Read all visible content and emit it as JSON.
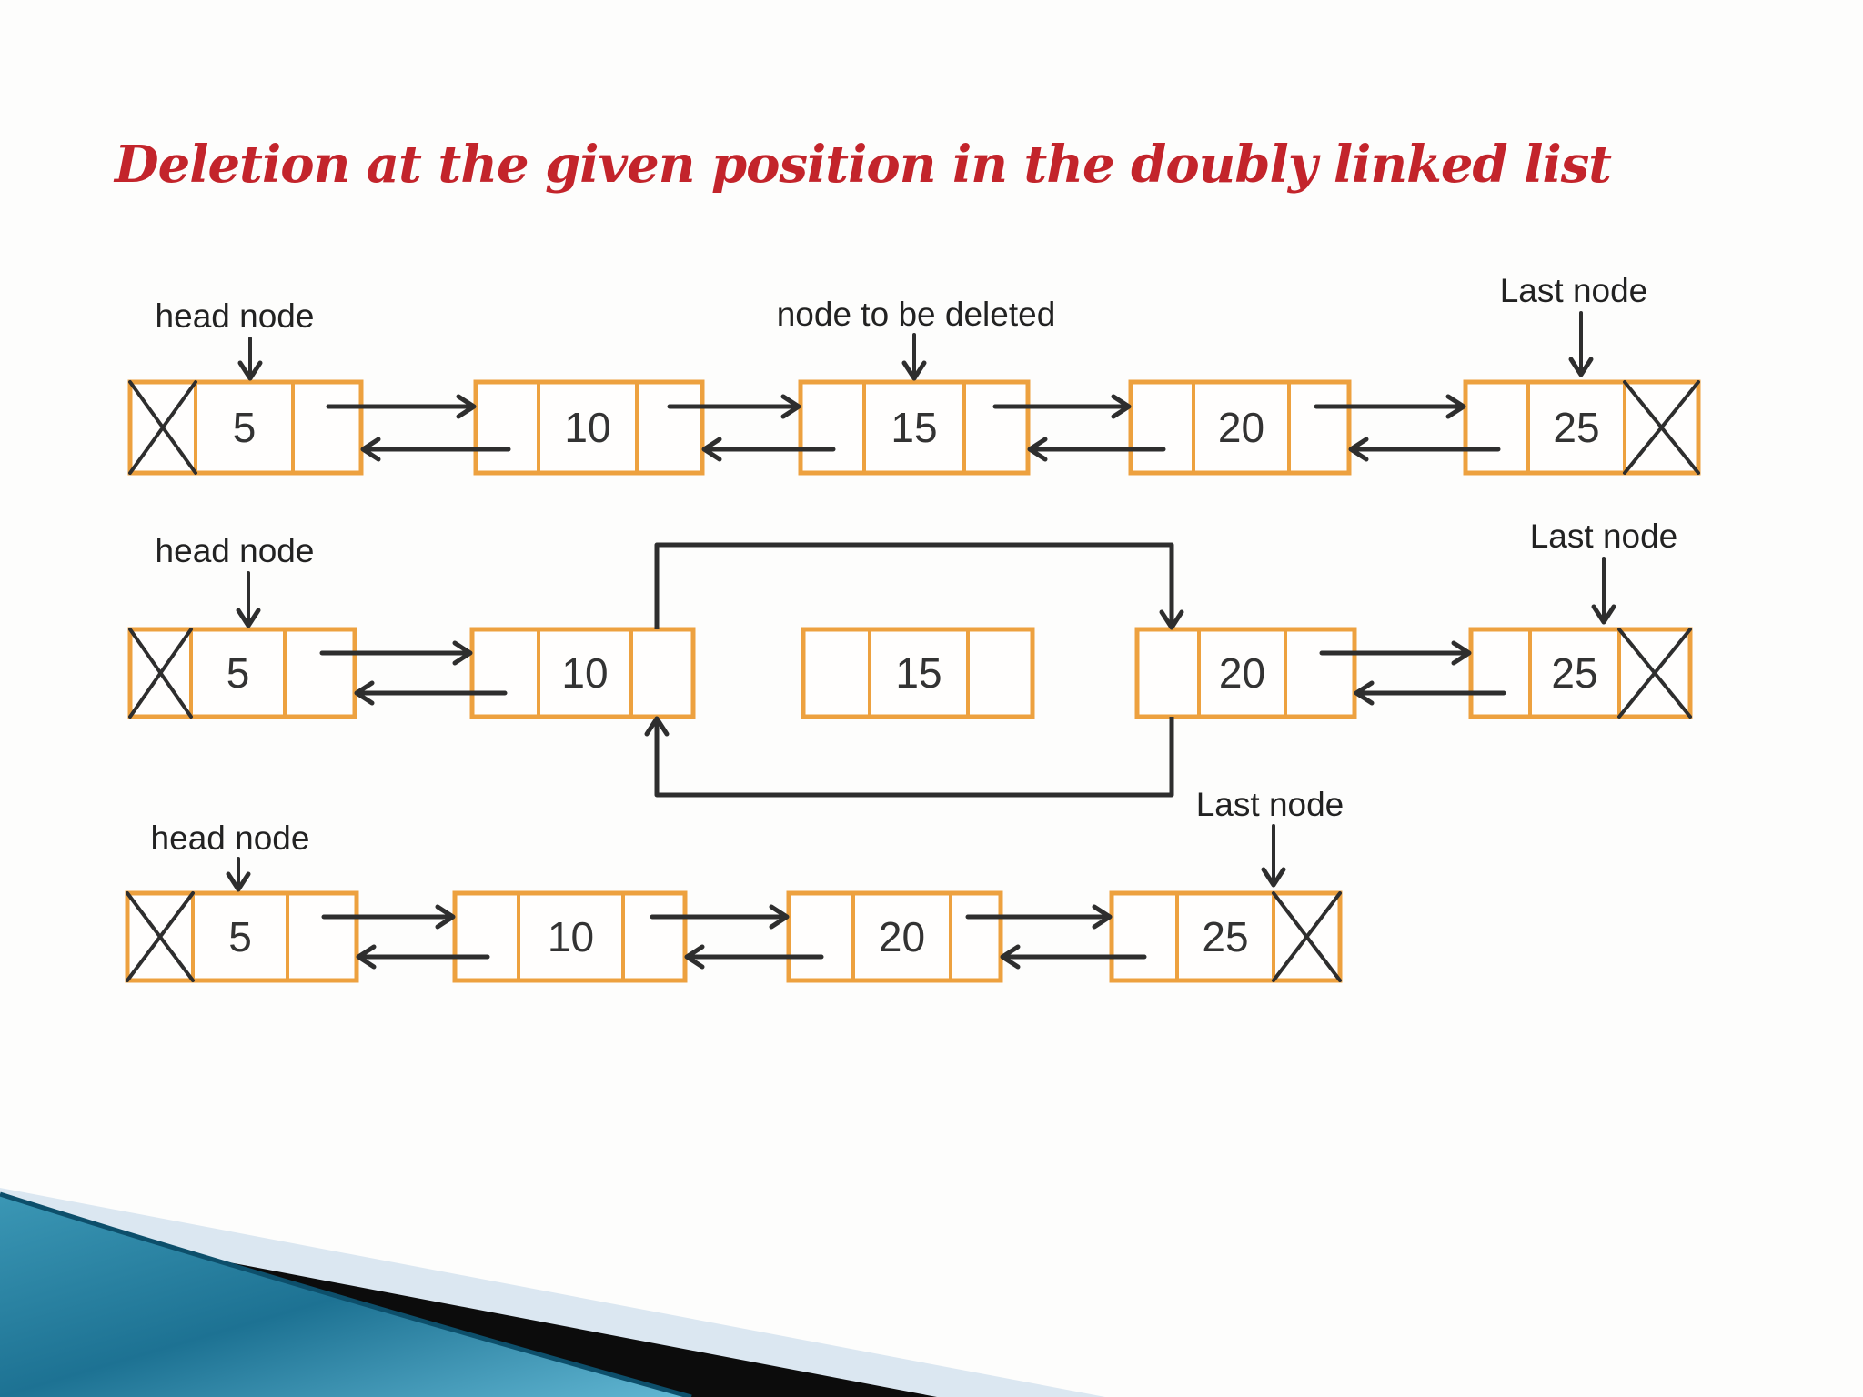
{
  "title": "Deletion at the given position in the doubly linked list",
  "colors": {
    "title_red": "#c3242b",
    "node_border": "#eda13f",
    "node_fill": "#fffefd",
    "arrow_black": "#2e2e2e",
    "label_text": "#222222",
    "value_text": "#333333",
    "teal_light": "#62b7d3",
    "teal_mid": "#1d7293",
    "teal_dark": "#0d4f6b",
    "stripe_black": "#0c0c0c",
    "pale_wedge": "#dbe7f1"
  },
  "diagram": {
    "rows": [
      {
        "name": "original-list",
        "labels": [
          {
            "text": "head node"
          },
          {
            "text": "node to be deleted"
          },
          {
            "text": "Last node"
          }
        ],
        "nodes": [
          {
            "value": "5",
            "prev_null": true
          },
          {
            "value": "10"
          },
          {
            "value": "15"
          },
          {
            "value": "20"
          },
          {
            "value": "25",
            "next_null": true
          }
        ],
        "links": [
          [
            0,
            1
          ],
          [
            1,
            2
          ],
          [
            2,
            3
          ],
          [
            3,
            4
          ]
        ]
      },
      {
        "name": "unlinking-step",
        "labels": [
          {
            "text": "head node"
          },
          {
            "text": "Last node"
          }
        ],
        "nodes": [
          {
            "value": "5",
            "prev_null": true
          },
          {
            "value": "10"
          },
          {
            "value": "15",
            "isolated": true
          },
          {
            "value": "20"
          },
          {
            "value": "25",
            "next_null": true
          }
        ],
        "links": [
          [
            0,
            1
          ],
          [
            3,
            4
          ]
        ],
        "bypass": {
          "from": 1,
          "to": 3
        }
      },
      {
        "name": "final-list",
        "labels": [
          {
            "text": "head node"
          },
          {
            "text": "Last node"
          }
        ],
        "nodes": [
          {
            "value": "5",
            "prev_null": true
          },
          {
            "value": "10"
          },
          {
            "value": "20"
          },
          {
            "value": "25",
            "next_null": true
          }
        ],
        "links": [
          [
            0,
            1
          ],
          [
            1,
            2
          ],
          [
            2,
            3
          ]
        ]
      }
    ]
  }
}
